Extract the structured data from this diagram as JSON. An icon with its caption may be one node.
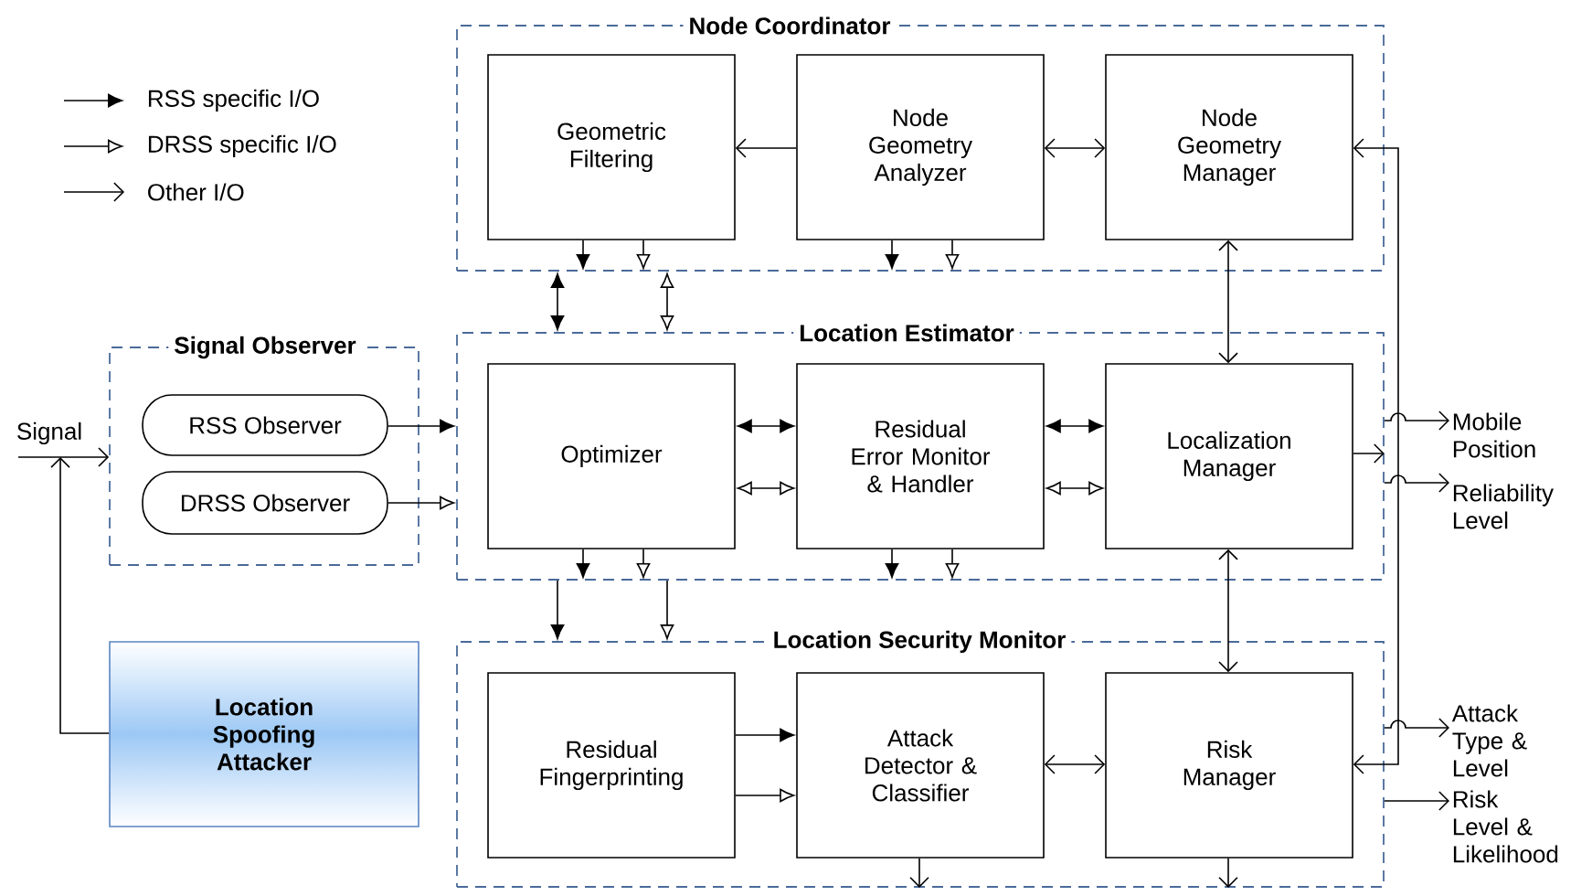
{
  "diagram": {
    "nodes": [
      {
        "text": [
          "Node Coordinator"
        ]
      },
      {
        "text": [
          "Geometric Filtering"
        ],
        "in": 0
      },
      {
        "text": [
          "Node Geometry Analyzer"
        ],
        "in": 0
      },
      {
        "text": [
          "Node Geometry Manager"
        ],
        "in": 0
      },
      {
        "text": [
          "Signal Observer"
        ]
      },
      {
        "text": [
          "RSS Observer"
        ],
        "in": 4
      },
      {
        "text": [
          "DRSS Observer"
        ],
        "in": 4
      },
      {
        "text": [
          "Location Estimator"
        ]
      },
      {
        "text": [
          "Optimizer"
        ],
        "in": 7
      },
      {
        "text": [
          "Residual Error Monitor & Handler"
        ],
        "in": 7
      },
      {
        "text": [
          "Localization Manager"
        ],
        "in": 7
      },
      {
        "text": [
          "Mobile Position"
        ]
      },
      {
        "text": [
          "Reliability Level"
        ]
      },
      {
        "text": [
          "Location Spoofing Attacker"
        ]
      },
      {
        "text": [
          "Location Security Monitor"
        ]
      },
      {
        "text": [
          "Residual Fingerprinting"
        ],
        "in": 14
      },
      {
        "text": [
          "Attack Detector & Classifier"
        ],
        "in": 14
      },
      {
        "text": [
          "Risk Manager"
        ],
        "in": 14
      },
      {
        "text": [
          "Attack Type & Level"
        ]
      },
      {
        "text": [
          "Risk Level & Likelihood"
        ]
      }
    ],
    "edges": [
      {
        "from": 2,
        "to": 1,
        "arrow": "to"
      },
      {
        "from": 2,
        "to": 3,
        "arrow": "both"
      },
      {
        "from": 17,
        "to": 3,
        "arrow": "both"
      },
      {
        "from": 1,
        "to": null,
        "arrow": "to"
      },
      {
        "from": 1,
        "to": null,
        "arrow": "to"
      },
      {
        "from": 2,
        "to": null,
        "arrow": "to"
      },
      {
        "from": 2,
        "to": null,
        "arrow": "to"
      },
      {
        "from": 0,
        "to": 7,
        "arrow": "both"
      },
      {
        "from": 0,
        "to": 7,
        "arrow": "both"
      },
      {
        "from": 3,
        "to": 10,
        "arrow": "both"
      },
      {
        "from": 5,
        "to": 7,
        "arrow": "to"
      },
      {
        "from": 6,
        "to": 7,
        "arrow": "to"
      },
      {
        "from": 8,
        "to": 9,
        "arrow": "both"
      },
      {
        "from": 8,
        "to": 9,
        "arrow": "both"
      },
      {
        "from": 9,
        "to": 10,
        "arrow": "both"
      },
      {
        "from": 9,
        "to": 10,
        "arrow": "both"
      },
      {
        "from": 8,
        "to": null,
        "arrow": "to"
      },
      {
        "from": 8,
        "to": null,
        "arrow": "to"
      },
      {
        "from": 9,
        "to": null,
        "arrow": "to"
      },
      {
        "from": 9,
        "to": null,
        "arrow": "to"
      },
      {
        "from": 7,
        "to": 14,
        "arrow": "to"
      },
      {
        "from": 7,
        "to": 14,
        "arrow": "to"
      },
      {
        "from": 10,
        "to": 17,
        "arrow": "both"
      },
      {
        "from": 15,
        "to": 16,
        "arrow": "to"
      },
      {
        "from": 15,
        "to": 16,
        "arrow": "to"
      },
      {
        "from": 16,
        "to": 17,
        "arrow": "both"
      },
      {
        "from": 16,
        "to": 14,
        "arrow": "to"
      },
      {
        "from": 17,
        "to": 14,
        "arrow": "to"
      },
      {
        "from": 10,
        "to": 7,
        "arrow": "to"
      },
      {
        "from": 7,
        "to": 11,
        "arrow": "to"
      },
      {
        "from": 7,
        "to": 12,
        "arrow": "to"
      },
      {
        "from": 14,
        "to": 18,
        "arrow": "to"
      },
      {
        "from": 14,
        "to": 19,
        "arrow": "to"
      },
      {
        "from": null,
        "to": 4,
        "arrow": "to",
        "label": "Signal"
      },
      {
        "from": 13,
        "to": null,
        "arrow": "to"
      }
    ],
    "legend": [
      {
        "text": "RSS specific I/O"
      },
      {
        "text": "DRSS specific I/O"
      },
      {
        "text": "Other I/O"
      }
    ]
  }
}
